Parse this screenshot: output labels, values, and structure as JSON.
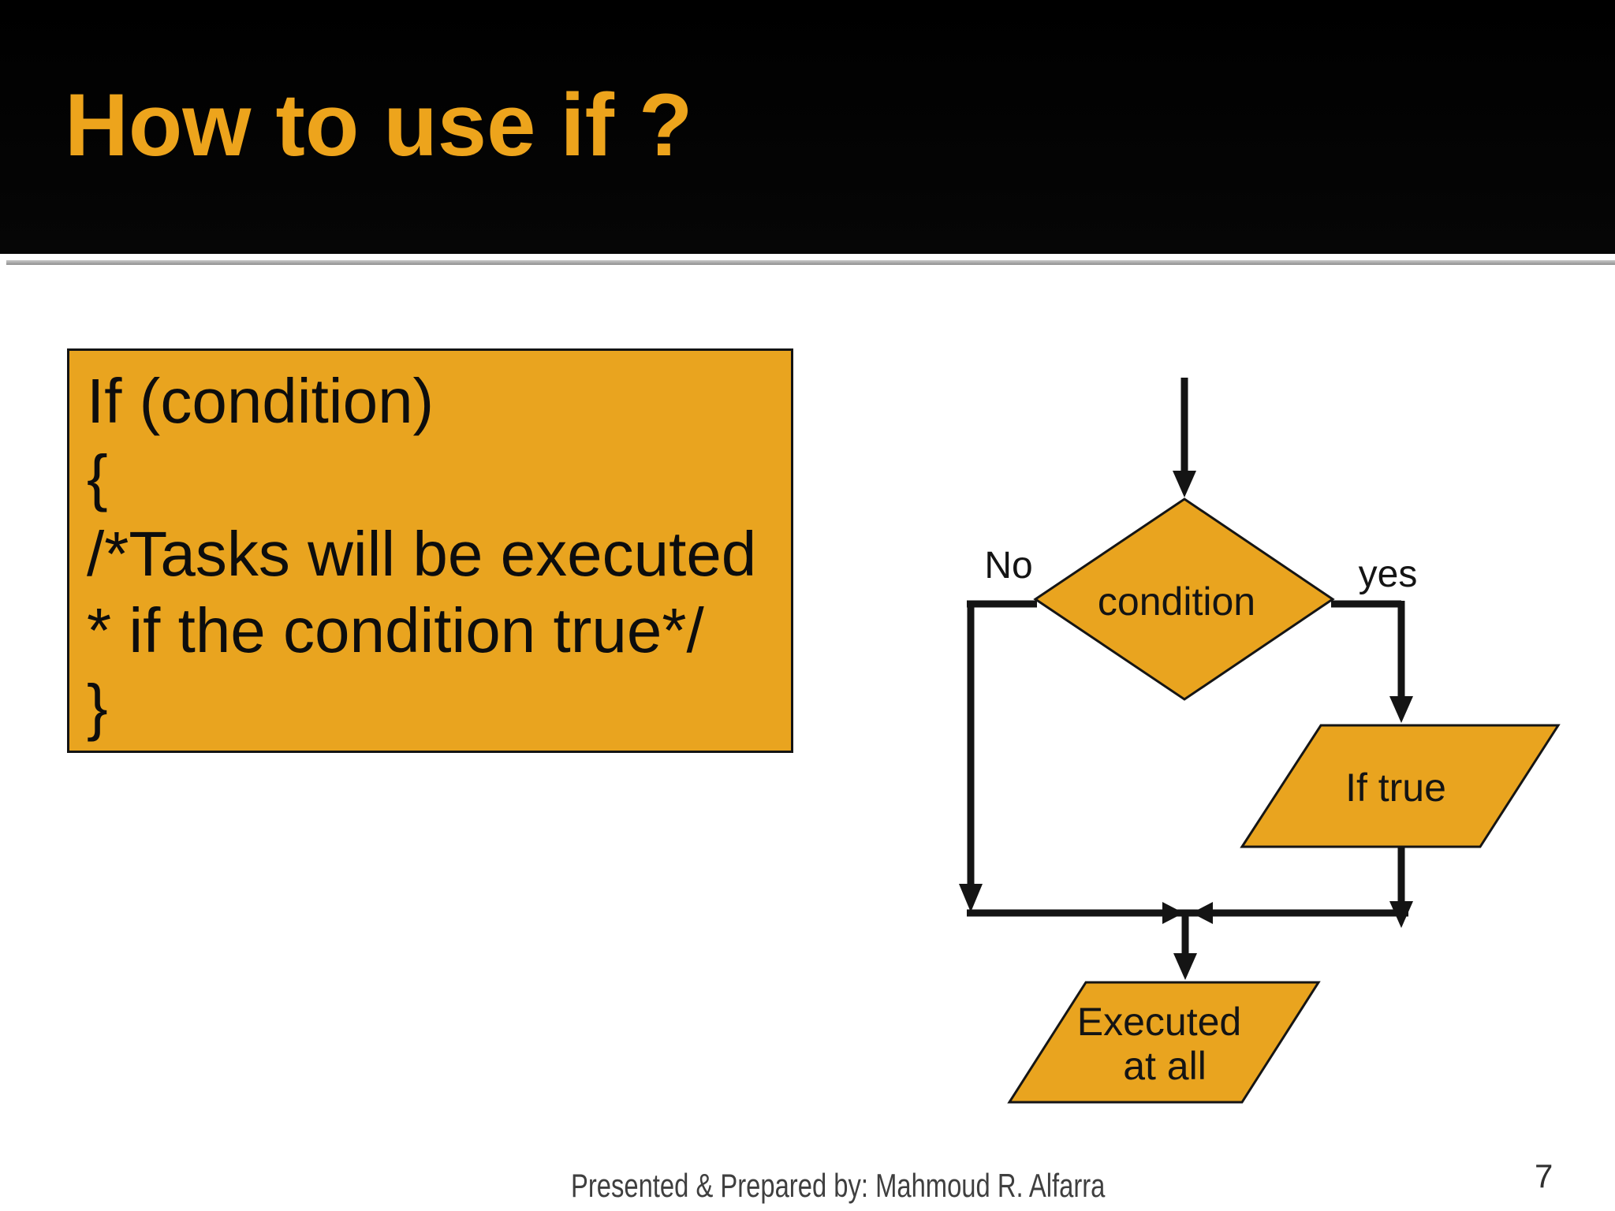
{
  "slide": {
    "title": "How to use if ?",
    "footer": "Presented & Prepared by: Mahmoud R. Alfarra",
    "page_number": "7"
  },
  "code_box": {
    "lines": [
      "If (condition)",
      "{",
      "/*Tasks will be executed",
      "* if the condition true*/",
      "}"
    ]
  },
  "flowchart": {
    "decision_label": "condition",
    "no_label": "No",
    "yes_label": "yes",
    "true_branch_label": "If true",
    "merge_block_line1": "Executed",
    "merge_block_line2": "at all"
  },
  "colors": {
    "accent_orange": "#E9A41F",
    "title_orange": "#EDA41C",
    "band_black": "#000000",
    "line_black": "#141414",
    "rule_gray": "#989898",
    "footer_gray": "#3F3F3F"
  }
}
